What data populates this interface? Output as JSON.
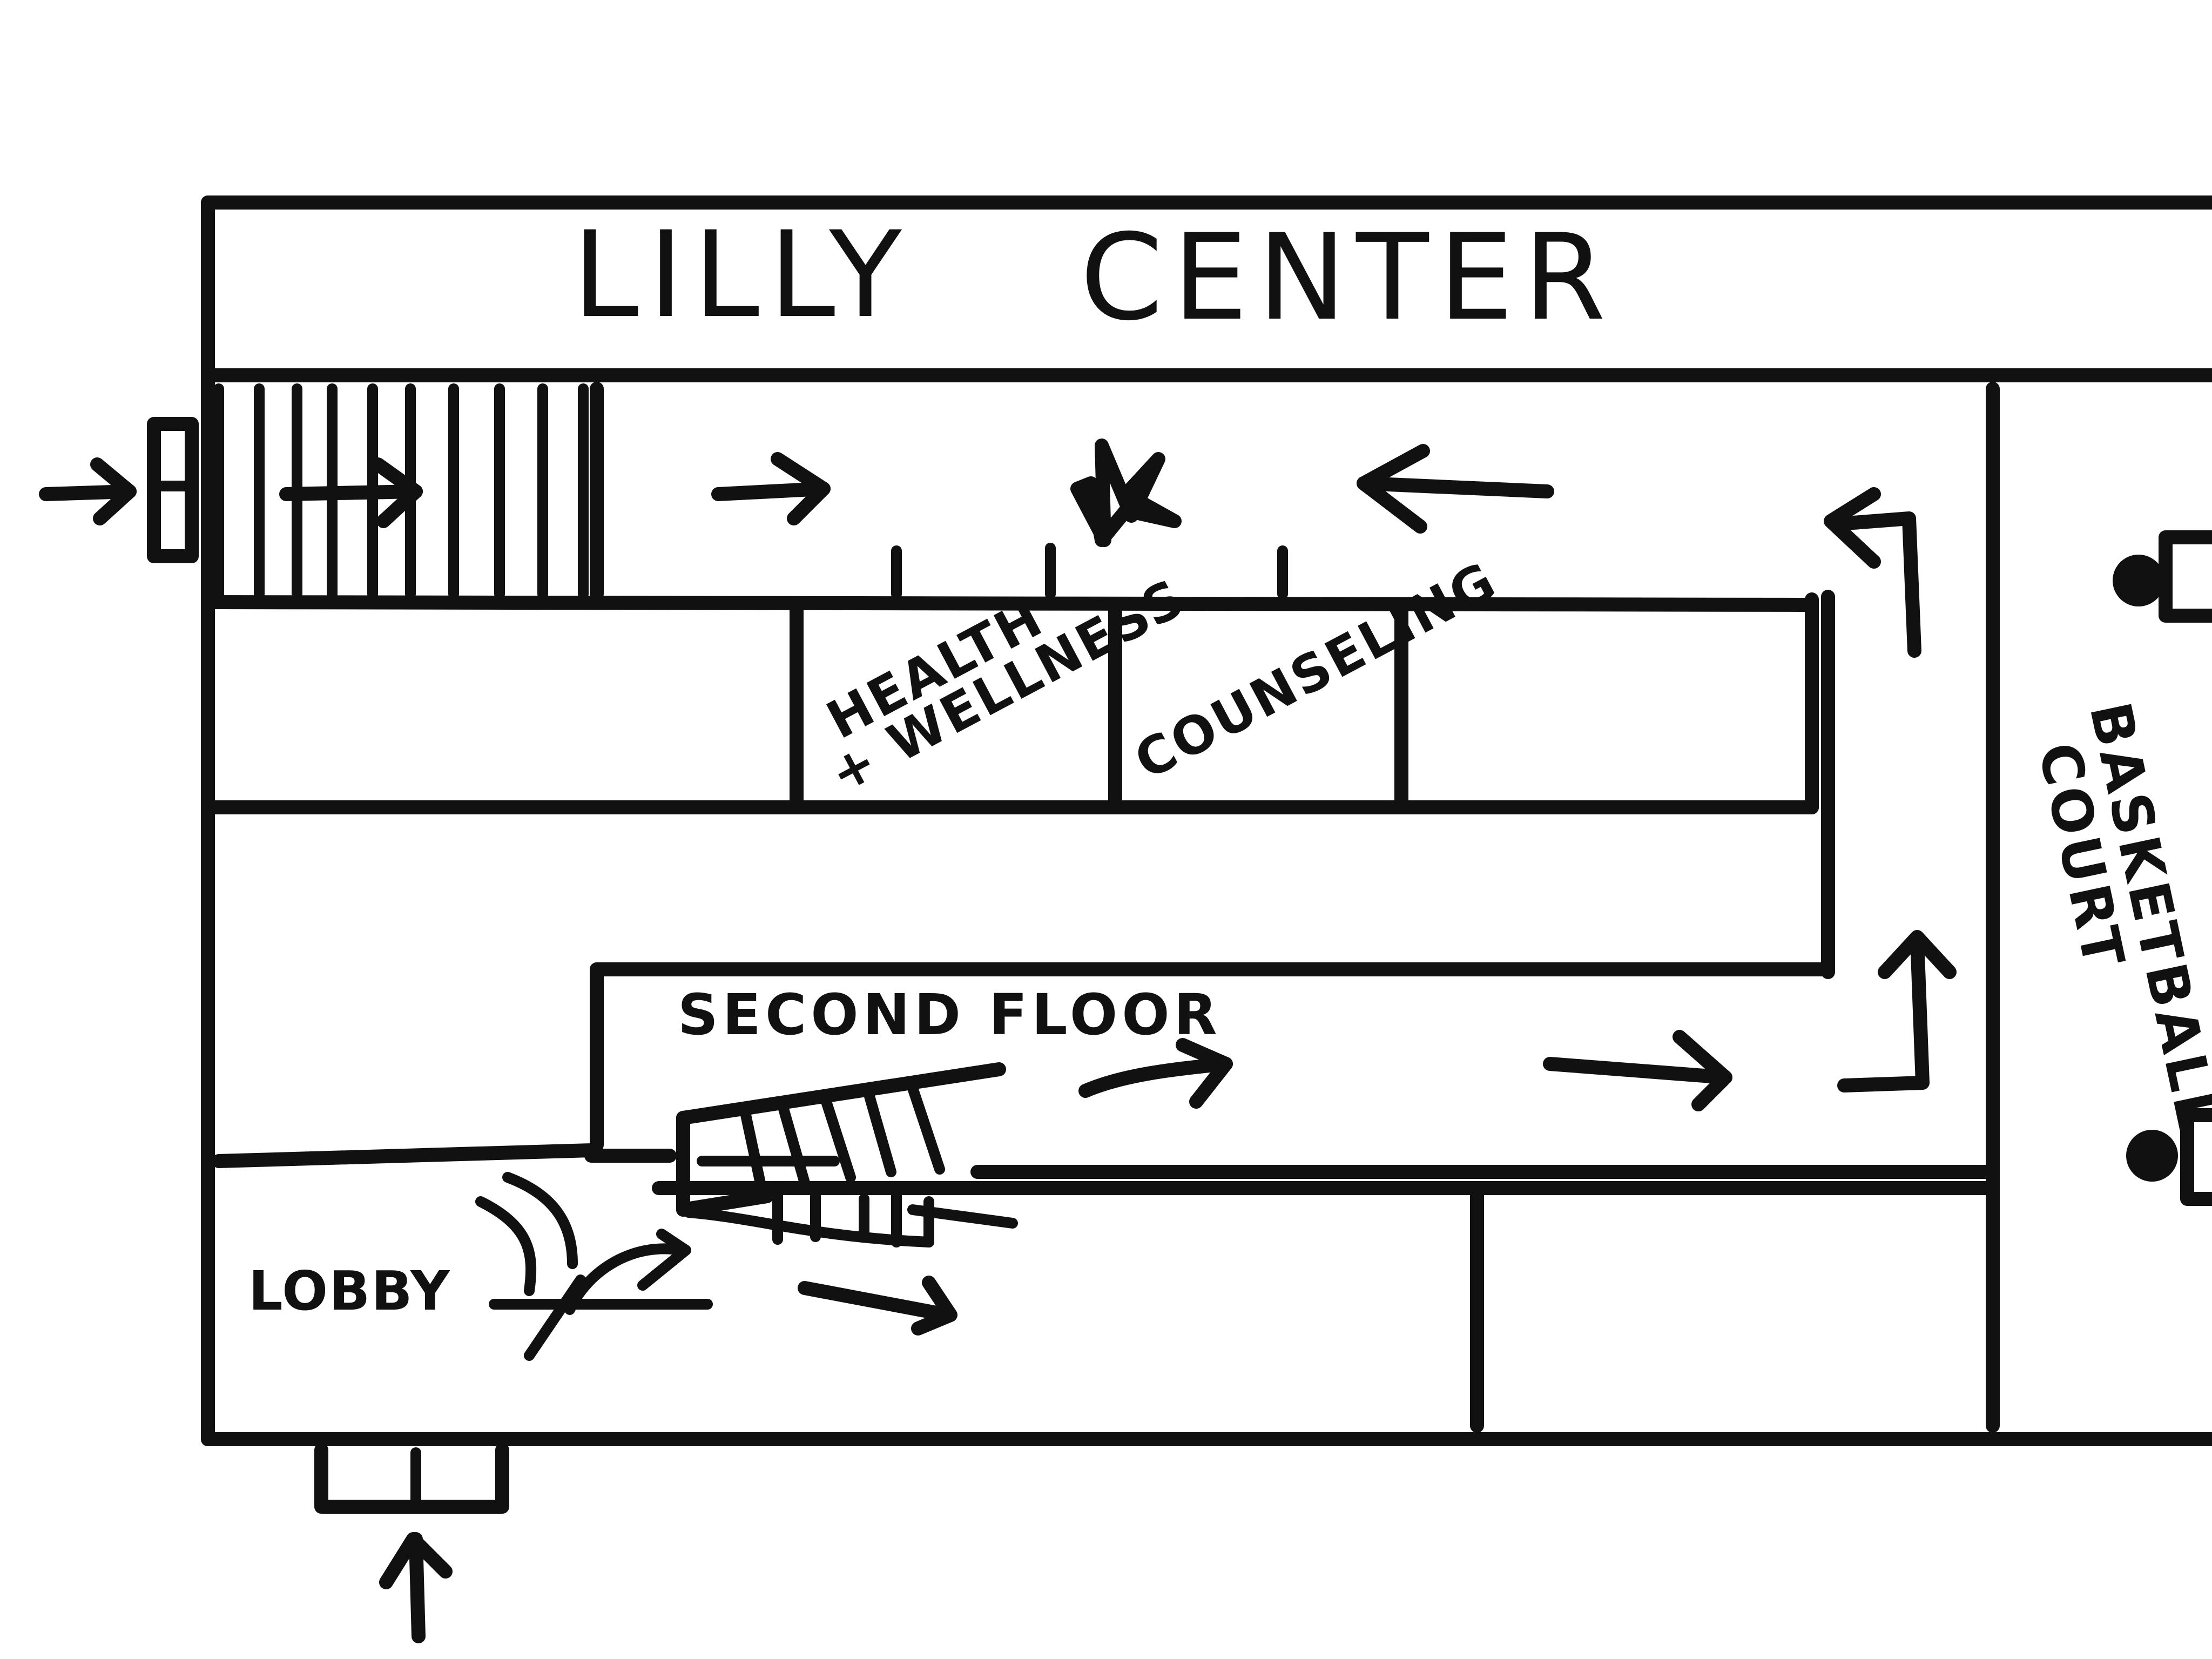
{
  "building": {
    "title_left": "LILLY",
    "title_right": "CENTER"
  },
  "rooms": {
    "health_line1": "HEALTH",
    "health_line2": "+ WELLNESS",
    "counseling": "COUNSELING",
    "second_floor": "SECOND  FLOOR",
    "lobby": "LOBBY",
    "court_line1": "BASKETBALL",
    "court_line2": "COURT"
  },
  "markers": {
    "destination": "star-icon"
  },
  "colors": {
    "ink": "#111111",
    "paper": "#ffffff"
  }
}
